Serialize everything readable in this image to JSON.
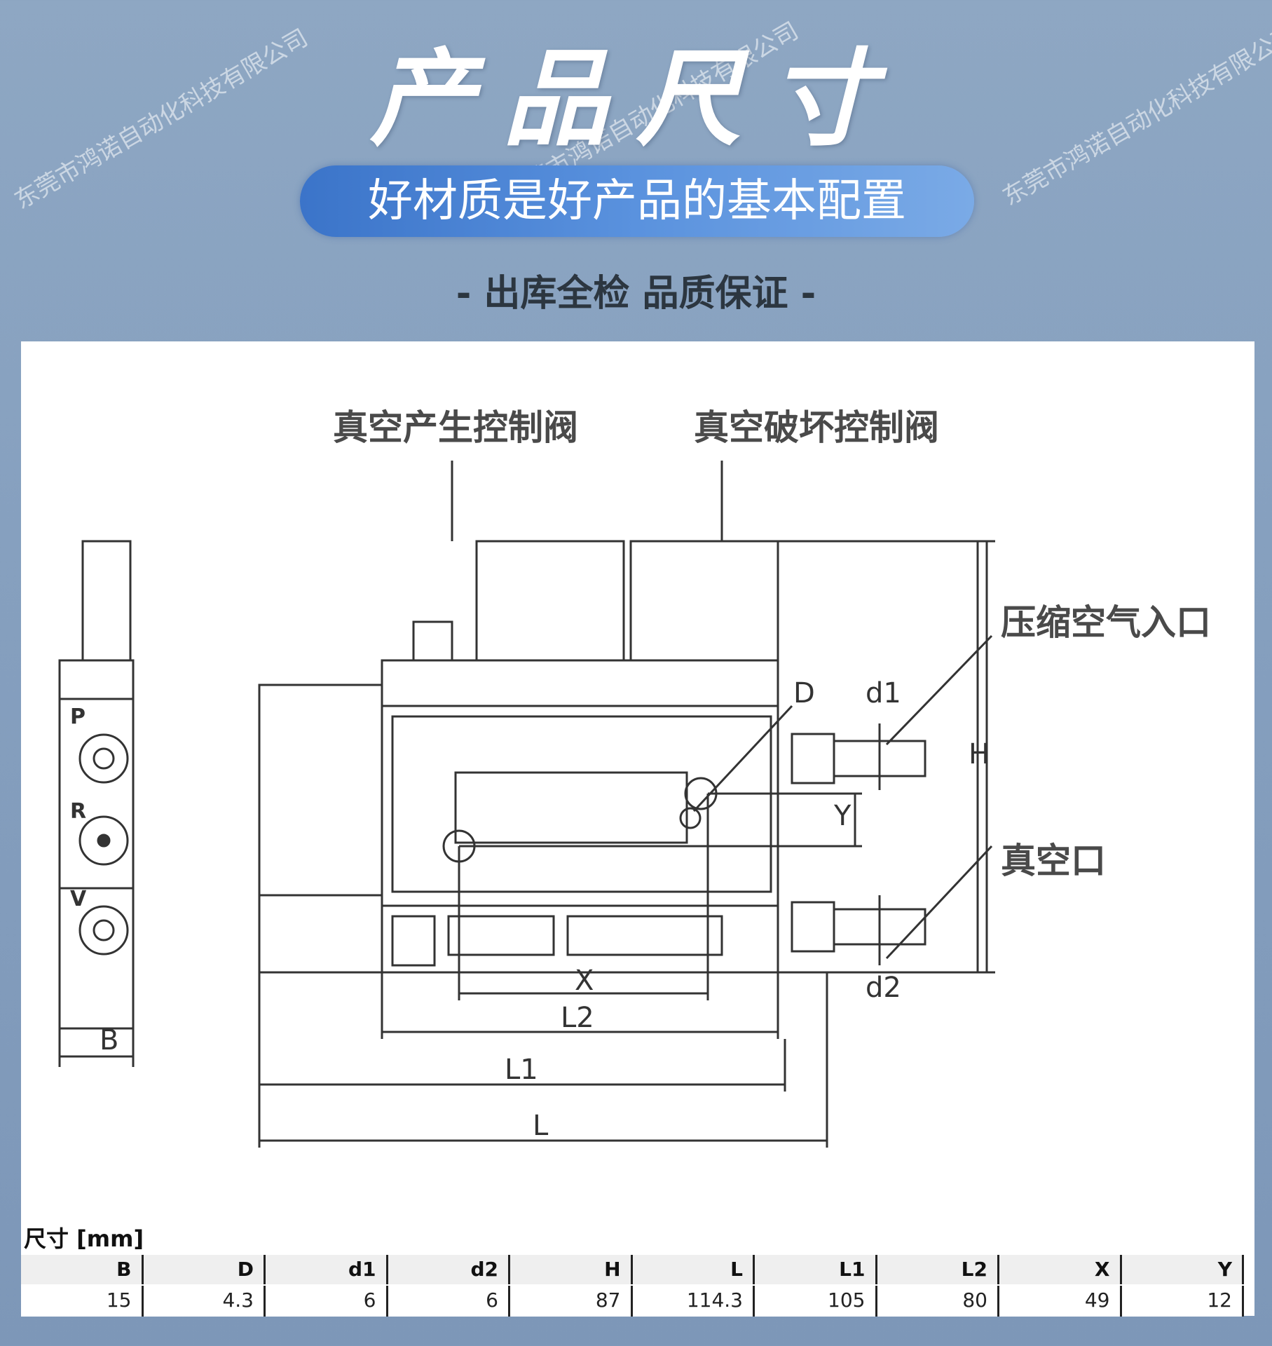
{
  "header": {
    "title": "产品尺寸",
    "slogan": "好材质是好产品的基本配置",
    "subtitle": "- 出库全检 品质保证 -"
  },
  "watermark": "东莞市鸿诺自动化科技有限公司",
  "diagram": {
    "label_vacuum_generate": "真空产生控制阀",
    "label_vacuum_break": "真空破坏控制阀",
    "label_air_inlet": "压缩空气入口",
    "label_vacuum_port": "真空口",
    "port_p": "P",
    "port_r": "R",
    "port_v": "V",
    "dim_b": "B",
    "dim_x": "X",
    "dim_l2": "L2",
    "dim_l1": "L1",
    "dim_l": "L",
    "dim_h": "H",
    "dim_y": "Y",
    "dim_d": "D",
    "dim_d1": "d1",
    "dim_d2": "d2"
  },
  "table": {
    "title": "尺寸 [mm]",
    "headers": [
      "B",
      "D",
      "d1",
      "d2",
      "H",
      "L",
      "L1",
      "L2",
      "X",
      "Y"
    ],
    "values": [
      "15",
      "4.3",
      "6",
      "6",
      "87",
      "114.3",
      "105",
      "80",
      "49",
      "12"
    ]
  }
}
